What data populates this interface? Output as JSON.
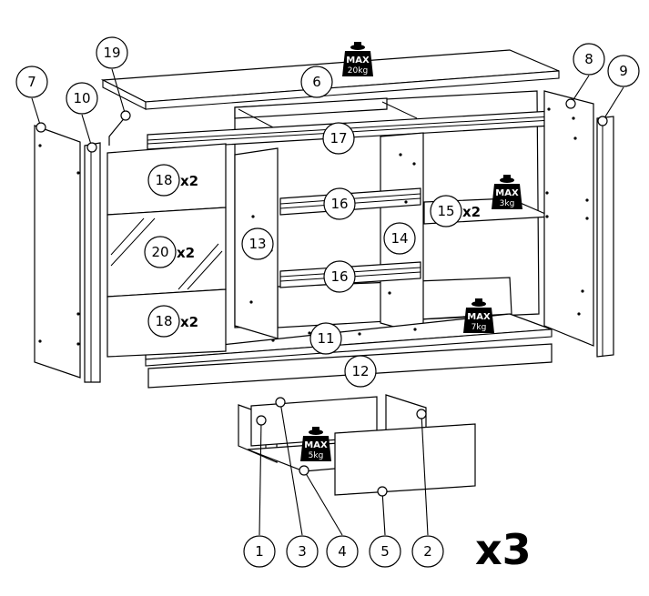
{
  "parts": [
    {
      "id": "p1",
      "num": "1"
    },
    {
      "id": "p2",
      "num": "2"
    },
    {
      "id": "p3",
      "num": "3"
    },
    {
      "id": "p4",
      "num": "4"
    },
    {
      "id": "p5",
      "num": "5"
    },
    {
      "id": "p6",
      "num": "6"
    },
    {
      "id": "p7",
      "num": "7"
    },
    {
      "id": "p8",
      "num": "8"
    },
    {
      "id": "p9",
      "num": "9"
    },
    {
      "id": "p10",
      "num": "10"
    },
    {
      "id": "p11",
      "num": "11"
    },
    {
      "id": "p12",
      "num": "12"
    },
    {
      "id": "p13",
      "num": "13"
    },
    {
      "id": "p14",
      "num": "14"
    },
    {
      "id": "p15",
      "num": "15"
    },
    {
      "id": "p16a",
      "num": "16"
    },
    {
      "id": "p16b",
      "num": "16"
    },
    {
      "id": "p17",
      "num": "17"
    },
    {
      "id": "p18a",
      "num": "18"
    },
    {
      "id": "p18b",
      "num": "18"
    },
    {
      "id": "p19",
      "num": "19"
    },
    {
      "id": "p20",
      "num": "20"
    }
  ],
  "quantities": {
    "p15": "x2",
    "p18a": "x2",
    "p18b": "x2",
    "p20": "x2"
  },
  "weights": {
    "top": {
      "max": "MAX",
      "load": "20kg"
    },
    "shelf": {
      "max": "MAX",
      "load": "3kg"
    },
    "bottom": {
      "max": "MAX",
      "load": "7kg"
    },
    "drawer": {
      "max": "MAX",
      "load": "5kg"
    }
  },
  "drawer_multiplier": "x3",
  "colors": {
    "line": "#000000",
    "fill": "#ffffff"
  }
}
